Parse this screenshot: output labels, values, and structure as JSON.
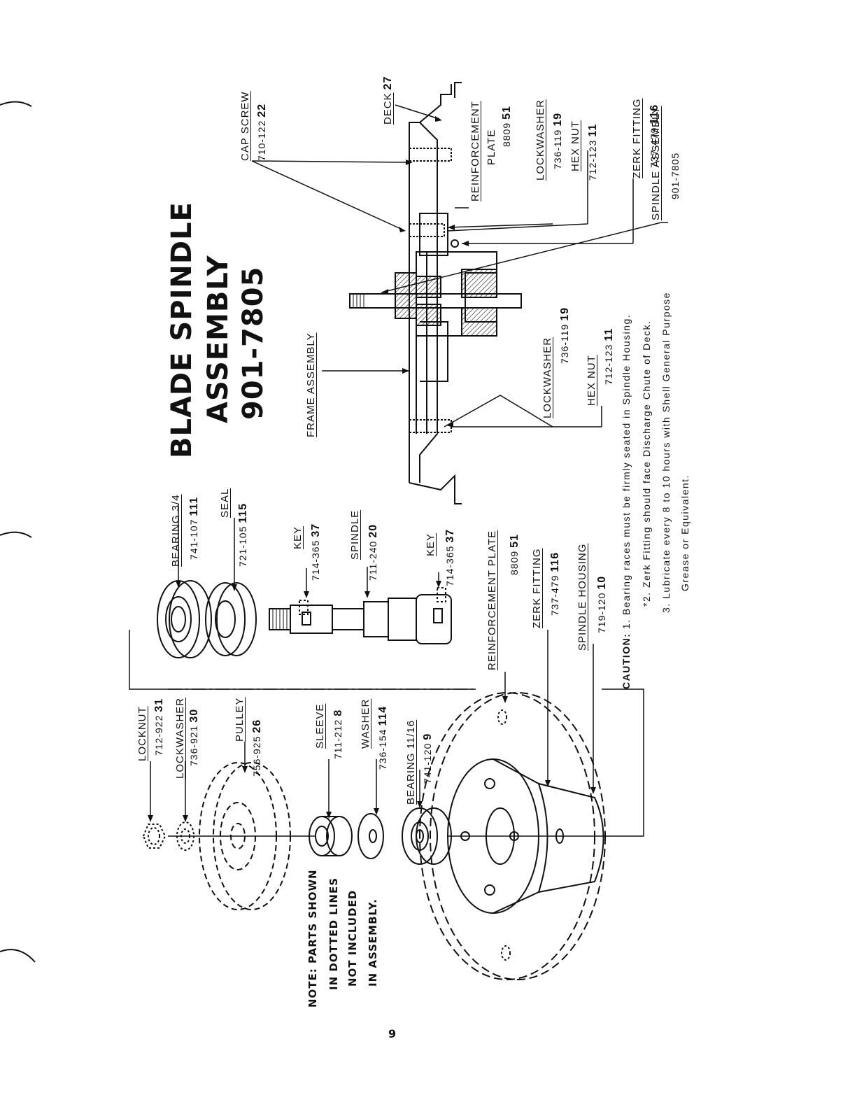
{
  "title": {
    "line1": "BLADE SPINDLE",
    "line2": "ASSEMBLY",
    "line3": "901-7805"
  },
  "note": {
    "line1": "NOTE:  PARTS SHOWN",
    "line2": "IN DOTTED LINES",
    "line3": "NOT INCLUDED",
    "line4": "IN ASSEMBLY."
  },
  "exploded_parts": [
    {
      "name": "LOCKNUT",
      "part_no": "712-922",
      "ref": "31"
    },
    {
      "name": "LOCKWASHER",
      "part_no": "736-921",
      "ref": "30"
    },
    {
      "name": "PULLEY",
      "part_no": "756-925",
      "ref": "26"
    },
    {
      "name": "SLEEVE",
      "part_no": "711-212",
      "ref": "8"
    },
    {
      "name": "WASHER",
      "part_no": "736-154",
      "ref": "114"
    },
    {
      "name": "BEARING 11/16",
      "part_no": "741-120",
      "ref": "9"
    },
    {
      "name": "BEARING 3/4",
      "part_no": "741-107",
      "ref": "111"
    },
    {
      "name": "SEAL",
      "part_no": "721-105",
      "ref": "115"
    },
    {
      "name": "KEY",
      "part_no": "714-365",
      "ref": "37"
    },
    {
      "name": "SPINDLE",
      "part_no": "711-240",
      "ref": "20"
    },
    {
      "name": "KEY",
      "part_no": "714-365",
      "ref": "37"
    },
    {
      "name": "REINFORCEMENT PLATE",
      "part_no": "8809",
      "ref": "51"
    },
    {
      "name": "ZERK FITTING",
      "part_no": "737-479",
      "ref": "116"
    },
    {
      "name": "SPINDLE HOUSING",
      "part_no": "719-120",
      "ref": "10"
    }
  ],
  "assembly_parts": [
    {
      "name": "SPINDLE ASSEMBLY",
      "part_no": "901-7805",
      "ref": ""
    },
    {
      "name": "CAP SCREW",
      "part_no": "710-122",
      "ref": "22"
    },
    {
      "name": "DECK",
      "part_no": "",
      "ref": "27"
    },
    {
      "name": "REINFORCEMENT",
      "name2": "PLATE",
      "part_no": "8809",
      "ref": "51"
    },
    {
      "name": "LOCKWASHER",
      "part_no": "736-119",
      "ref": "19"
    },
    {
      "name": "HEX NUT",
      "part_no": "712-123",
      "ref": "11"
    },
    {
      "name": "ZERK FITTING",
      "part_no": "737-479",
      "ref": "116"
    },
    {
      "name": "FRAME ASSEMBLY",
      "part_no": "",
      "ref": ""
    },
    {
      "name": "LOCKWASHER",
      "part_no": "736-119",
      "ref": "19"
    },
    {
      "name": "HEX NUT",
      "part_no": "712-123",
      "ref": "11"
    }
  ],
  "caution": {
    "label": "CAUTION:",
    "line1": "1. Bearing races must be firmly seated in Spindle Housing.",
    "line2": "*2. Zerk Fitting should face Discharge Chute of Deck.",
    "line3": "3. Lubricate every 8 to 10 hours with Shell General Purpose",
    "line4": "Grease or Equivalent."
  },
  "page_number": "9"
}
